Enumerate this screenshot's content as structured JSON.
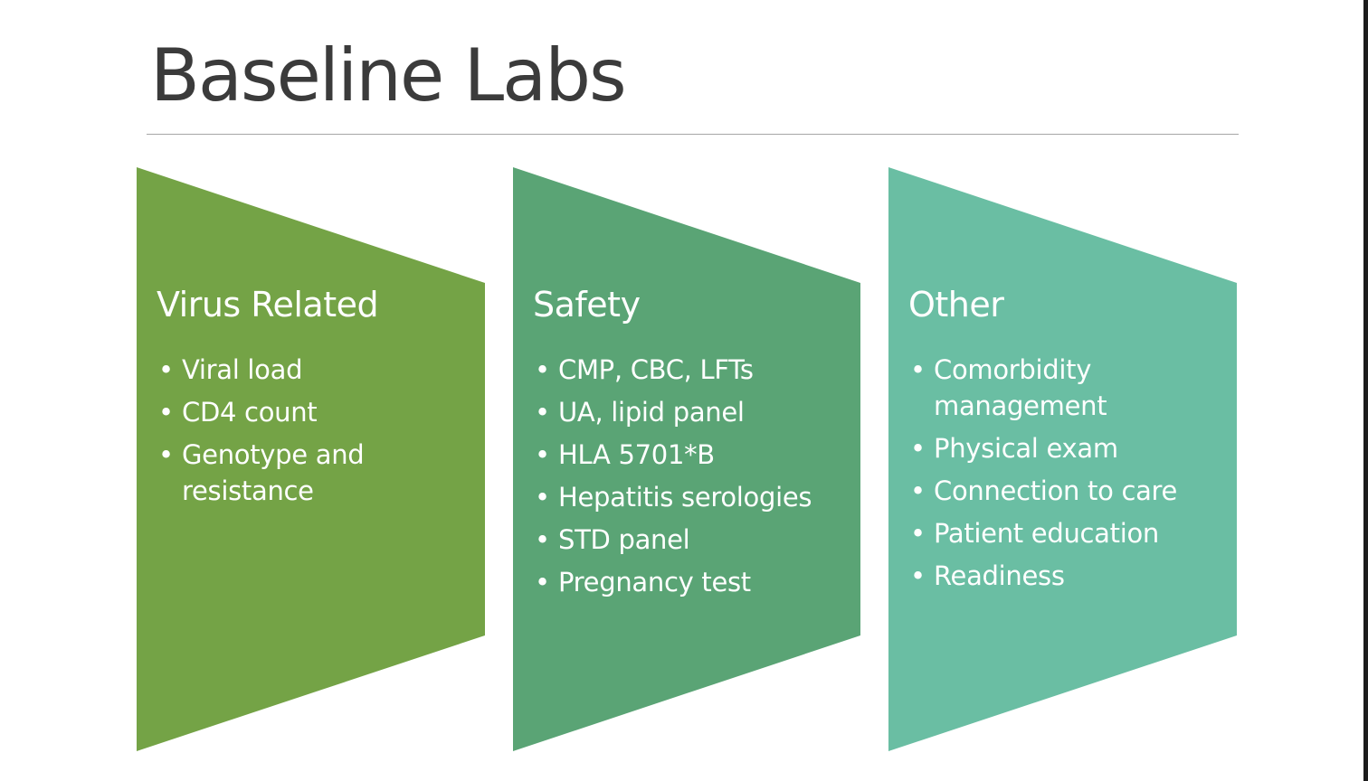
{
  "slide": {
    "title": "Baseline Labs"
  },
  "columns": [
    {
      "heading": "Virus Related",
      "color": "#74a346",
      "items": [
        "Viral load",
        "CD4 count",
        "Genotype and resistance"
      ]
    },
    {
      "heading": "Safety",
      "color": "#5aa475",
      "items": [
        "CMP, CBC, LFTs",
        "UA, lipid panel",
        "HLA 5701*B",
        "Hepatitis serologies",
        "STD panel",
        "Pregnancy test"
      ]
    },
    {
      "heading": "Other",
      "color": "#6abea3",
      "items": [
        "Comorbidity management",
        "Physical exam",
        "Connection to care",
        "Patient education",
        "Readiness"
      ]
    }
  ]
}
